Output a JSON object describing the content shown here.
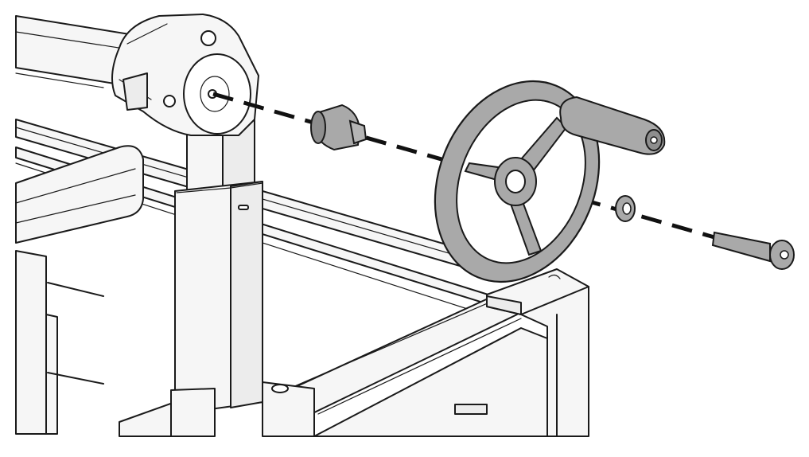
{
  "diagram": {
    "kind": "exploded-assembly",
    "colors": {
      "line": "#1a1a1a",
      "frame_fill": "#f6f6f6",
      "part_fill": "#a9a9a9",
      "part_shade": "#8e8e8e",
      "axis": "#111111"
    },
    "parts": [
      {
        "id": "reel-end-cap"
      },
      {
        "id": "shaft-adapter"
      },
      {
        "id": "handwheel"
      },
      {
        "id": "washer"
      },
      {
        "id": "bolt"
      }
    ]
  }
}
